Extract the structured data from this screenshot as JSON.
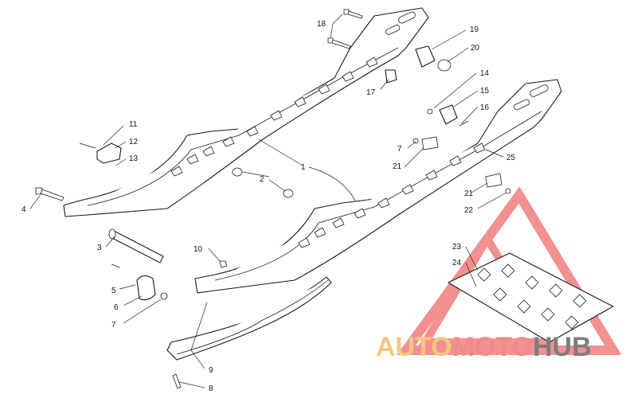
{
  "labels": {
    "l1": "1",
    "l2": "2",
    "l3": "3",
    "l4": "4",
    "l5": "5",
    "l6": "6",
    "l7a": "7",
    "l7b": "7",
    "l8": "8",
    "l9": "9",
    "l10": "10",
    "l11": "11",
    "l12": "12",
    "l13": "13",
    "l14": "14",
    "l15": "15",
    "l16": "16",
    "l17": "17",
    "l18": "18",
    "l19": "19",
    "l20": "20",
    "l21a": "21",
    "l21b": "21",
    "l22": "22",
    "l23": "23",
    "l24": "24",
    "l25": "25"
  },
  "watermark": {
    "part1": "AUTO",
    "part2": "MOTO",
    "part3": "HUB",
    "colors": {
      "auto": "#f5c77e",
      "moto": "#f08a8a",
      "hub": "#7d7d7d",
      "triangle": "#f06b6b"
    }
  }
}
